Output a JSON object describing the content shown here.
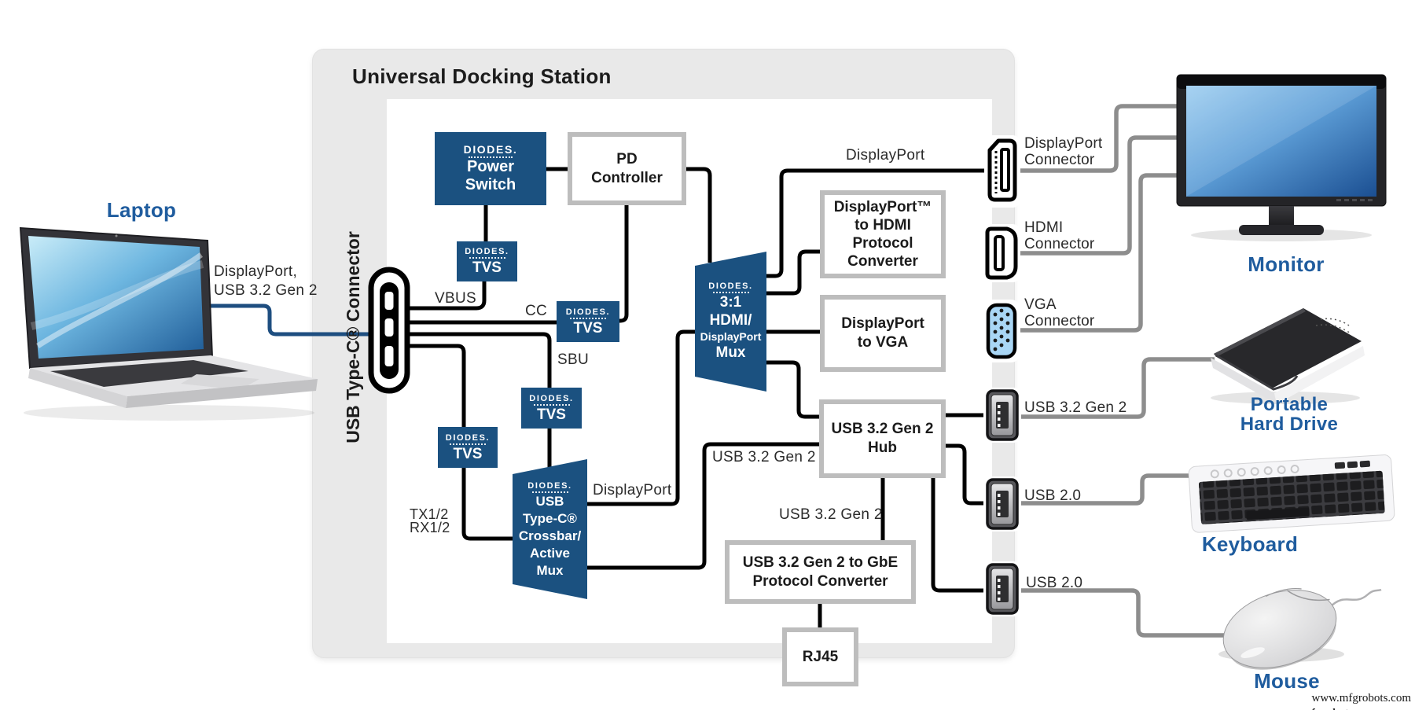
{
  "title": "Universal Docking Station",
  "typec_label": "USB Type-C® Connector",
  "logo": {
    "brand": "DIODES."
  },
  "blocks": {
    "power_switch": [
      "Power",
      "Switch"
    ],
    "tvs": "TVS",
    "pd_controller": [
      "PD",
      "Controller"
    ],
    "mux31": [
      "3:1",
      "HDMI/",
      "DisplayPort",
      "Mux"
    ],
    "crossbar": [
      "USB",
      "Type-C®",
      "Crossbar/",
      "Active",
      "Mux"
    ],
    "dp_hdmi": [
      "DisplayPort™",
      "to HDMI",
      "Protocol",
      "Converter"
    ],
    "dp_vga": [
      "DisplayPort",
      "to VGA"
    ],
    "hub": [
      "USB 3.2 Gen 2",
      "Hub"
    ],
    "gbe": [
      "USB 3.2 Gen 2 to GbE",
      "Protocol Converter"
    ],
    "rj45": "RJ45"
  },
  "wire_labels": {
    "vbus": "VBUS",
    "cc": "CC",
    "sbu": "SBU",
    "tx": "TX1/2",
    "rx": "RX1/2",
    "dp_out": "DisplayPort",
    "dp_top": "DisplayPort",
    "usb_hub": "USB 3.2 Gen 2",
    "usb_gbe": "USB 3.2 Gen 2",
    "laptop_line1": "DisplayPort,",
    "laptop_line2": "USB 3.2 Gen 2"
  },
  "ports": {
    "dp": [
      "DisplayPort",
      "Connector"
    ],
    "hdmi": [
      "HDMI",
      "Connector"
    ],
    "vga": [
      "VGA",
      "Connector"
    ],
    "usb32": "USB 3.2 Gen 2",
    "usb20_a": "USB 2.0",
    "usb20_b": "USB 2.0"
  },
  "devices": {
    "laptop": "Laptop",
    "monitor": "Monitor",
    "hdd": [
      "Portable",
      "Hard Drive"
    ],
    "keyboard": "Keyboard",
    "mouse": "Mouse"
  },
  "watermark": "www.mfgrobots.com",
  "colors": {
    "block_blue": "#1B5180",
    "label_blue": "#1F5C9E",
    "wire_black": "#000000",
    "wire_gray": "#8D8D8D",
    "wire_laptop": "#1E4E80",
    "panel_gray": "#E9E9E9",
    "box_border": "#BDBDBD",
    "vga_fill": "#A9D6F5"
  }
}
